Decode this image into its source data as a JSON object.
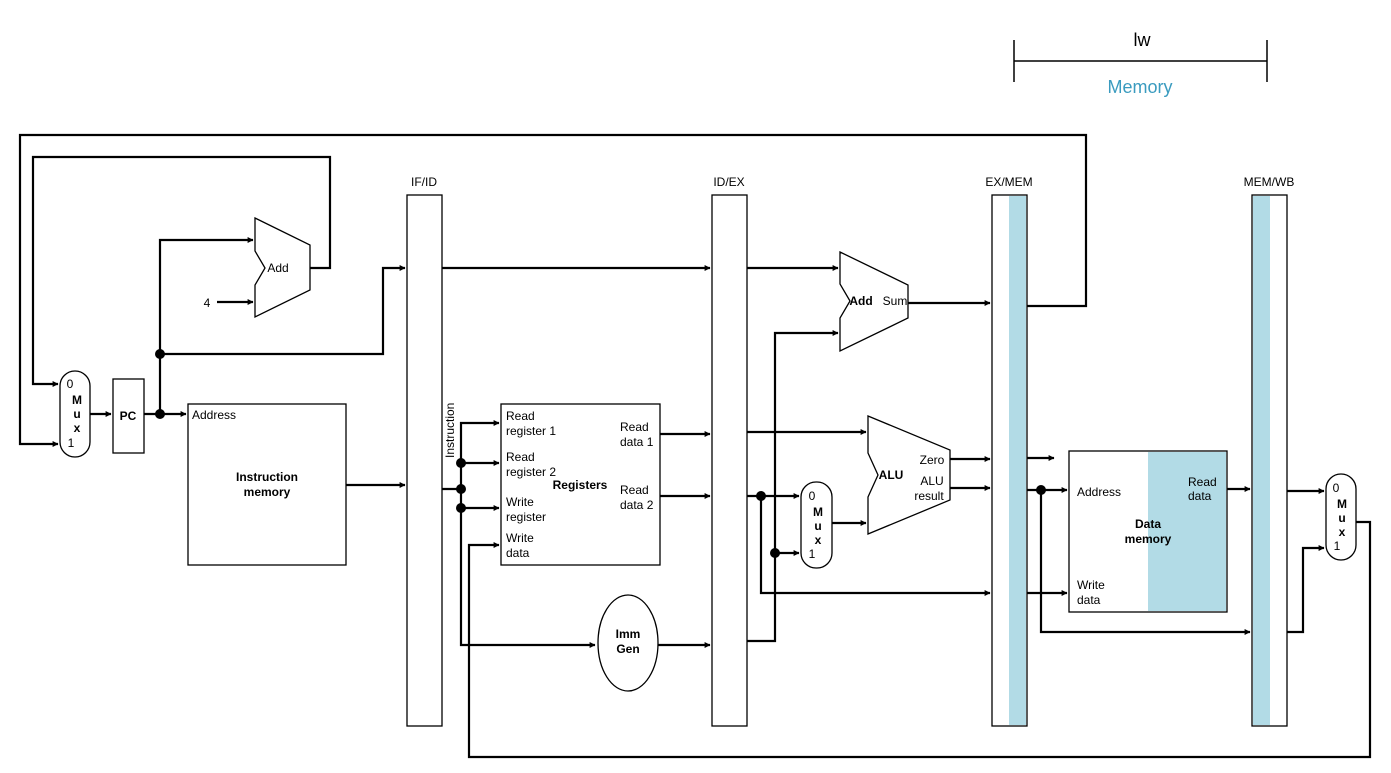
{
  "header": {
    "instruction": "lw",
    "stage": "Memory"
  },
  "registers": {
    "if_id": "IF/ID",
    "id_ex": "ID/EX",
    "ex_mem": "EX/MEM",
    "mem_wb": "MEM/WB"
  },
  "pc_add": {
    "label": "Add",
    "const": "4"
  },
  "pc": {
    "label": "PC"
  },
  "mux_pc": {
    "zero": "0",
    "m": "M",
    "u": "u",
    "x": "x",
    "one": "1"
  },
  "instruction_memory": {
    "address": "Address",
    "title_line1": "Instruction",
    "title_line2": "memory"
  },
  "instruction_label": "Instruction",
  "register_file": {
    "title": "Registers",
    "read_reg1_l1": "Read",
    "read_reg1_l2": "register 1",
    "read_reg2_l1": "Read",
    "read_reg2_l2": "register 2",
    "write_reg_l1": "Write",
    "write_reg_l2": "register",
    "write_data_l1": "Write",
    "write_data_l2": "data",
    "read_data1_l1": "Read",
    "read_data1_l2": "data 1",
    "read_data2_l1": "Read",
    "read_data2_l2": "data 2"
  },
  "imm_gen": {
    "line1": "Imm",
    "line2": "Gen"
  },
  "branch_add": {
    "label": "Add",
    "sum": "Sum"
  },
  "mux_alu": {
    "zero": "0",
    "m": "M",
    "u": "u",
    "x": "x",
    "one": "1"
  },
  "alu": {
    "label": "ALU",
    "zero": "Zero",
    "result_l1": "ALU",
    "result_l2": "result"
  },
  "data_memory": {
    "address": "Address",
    "read_l1": "Read",
    "read_l2": "data",
    "title_l1": "Data",
    "title_l2": "memory",
    "write_l1": "Write",
    "write_l2": "data"
  },
  "mux_wb": {
    "zero": "0",
    "m": "M",
    "u": "u",
    "x": "x",
    "one": "1"
  },
  "colors": {
    "highlight": "#b2dbe6",
    "stage_text": "#3a9bbf",
    "wire": "#000000"
  }
}
